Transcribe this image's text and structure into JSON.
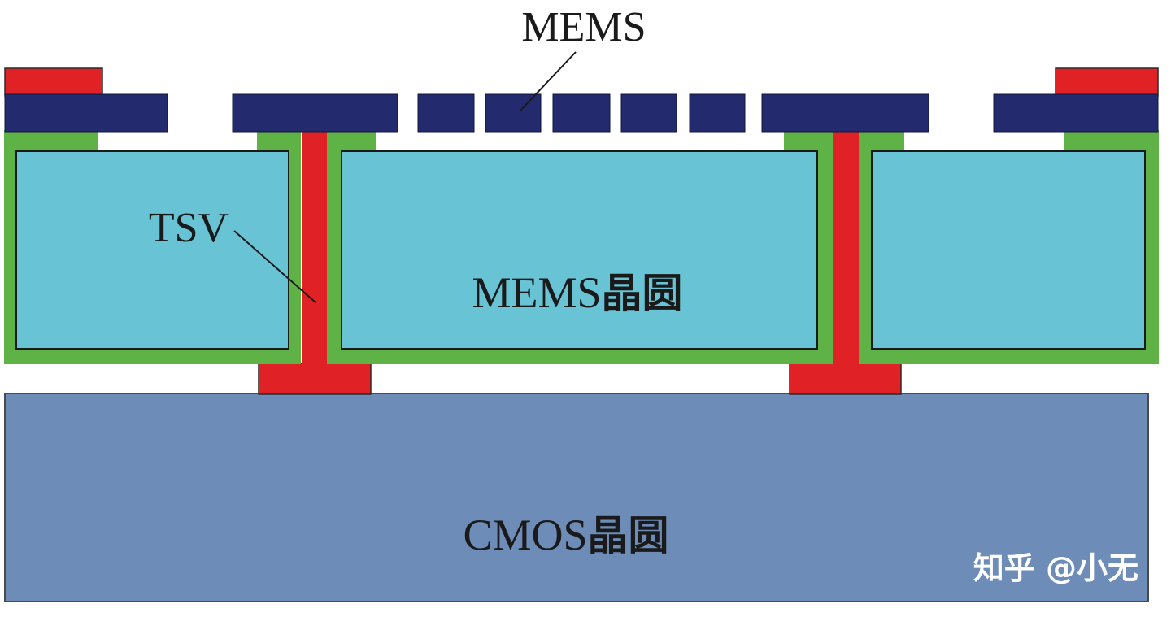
{
  "labels": {
    "mems_top": "MEMS",
    "tsv": "TSV",
    "mems_wafer_latin": "MEMS",
    "mems_wafer_cjk": "晶圆",
    "cmos_wafer_latin": "CMOS",
    "cmos_wafer_cjk": "晶圆"
  },
  "watermark": "知乎 @小无",
  "colors": {
    "cmos_wafer": "#6d8db8",
    "mems_wafer": "#68c3d4",
    "insulation": "#5fb246",
    "tsv_metal": "#e02227",
    "mems_structure": "#232b6e",
    "text": "#1a1a1a",
    "background": "#ffffff"
  }
}
